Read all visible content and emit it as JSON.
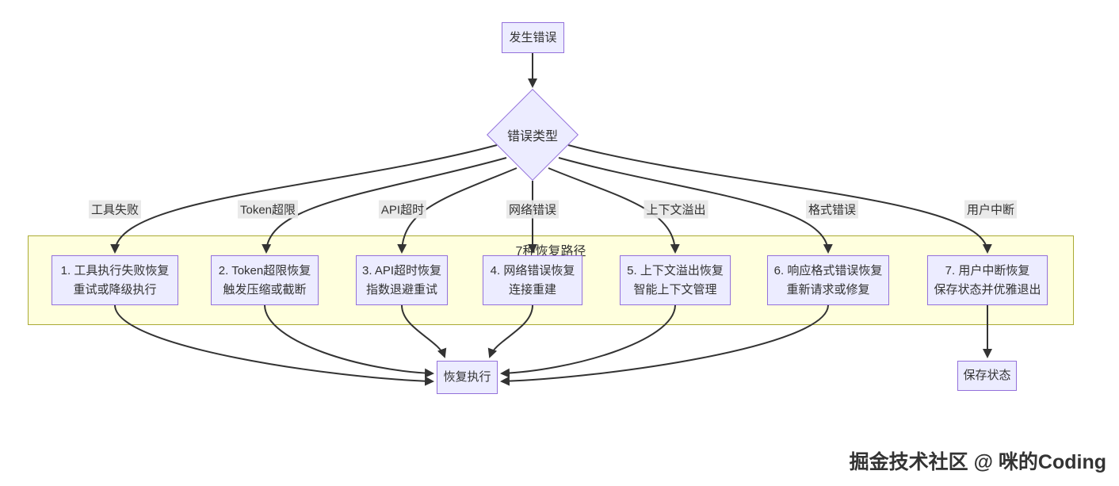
{
  "diagram": {
    "start_node": "发生错误",
    "decision_node": "错误类型",
    "branch_labels": [
      "工具失败",
      "Token超限",
      "API超时",
      "网络错误",
      "上下文溢出",
      "格式错误",
      "用户中断"
    ],
    "subgraph_title": "7种恢复路径",
    "recovery_nodes": [
      {
        "line1": "1. 工具执行失败恢复",
        "line2": "重试或降级执行"
      },
      {
        "line1": "2. Token超限恢复",
        "line2": "触发压缩或截断"
      },
      {
        "line1": "3. API超时恢复",
        "line2": "指数退避重试"
      },
      {
        "line1": "4. 网络错误恢复",
        "line2": "连接重建"
      },
      {
        "line1": "5. 上下文溢出恢复",
        "line2": "智能上下文管理"
      },
      {
        "line1": "6. 响应格式错误恢复",
        "line2": "重新请求或修复"
      },
      {
        "line1": "7. 用户中断恢复",
        "line2": "保存状态并优雅退出"
      }
    ],
    "resume_node": "恢复执行",
    "save_node": "保存状态",
    "watermark": "掘金技术社区 @ 咪的Coding",
    "colors": {
      "node_fill": "#ECECFF",
      "node_border": "#9370DB",
      "subgraph_fill": "#FFFFDE",
      "subgraph_border": "#AAAA33",
      "edge": "#333333",
      "edge_label_bg": "#E8E8E8"
    }
  }
}
